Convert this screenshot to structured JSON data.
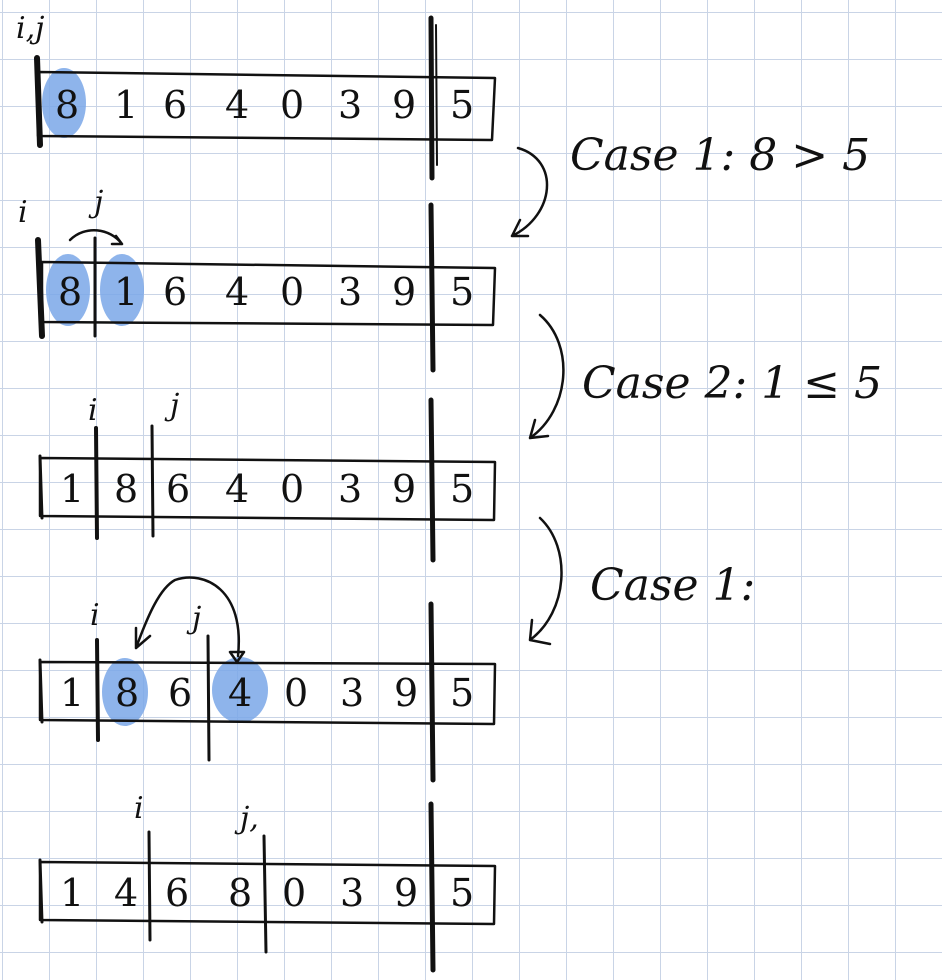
{
  "rows": [
    {
      "cells": [
        "8",
        "1",
        "6",
        "4",
        "0",
        "3",
        "9",
        "5"
      ],
      "pointer_text": "i,j",
      "caption": "Case 1:  8 > 5"
    },
    {
      "cells": [
        "8",
        "1",
        "6",
        "4",
        "0",
        "3",
        "9",
        "5"
      ],
      "pointer_i": "i",
      "pointer_j": "j",
      "caption": "Case 2:  1 ≤ 5"
    },
    {
      "cells": [
        "1",
        "8",
        "6",
        "4",
        "0",
        "3",
        "9",
        "5"
      ],
      "pointer_i": "i",
      "pointer_j": "j",
      "caption": "Case 1:"
    },
    {
      "cells": [
        "1",
        "8",
        "6",
        "4",
        "0",
        "3",
        "9",
        "5"
      ],
      "pointer_i": "i",
      "pointer_j": "j"
    },
    {
      "cells": [
        "1",
        "4",
        "6",
        "8",
        "0",
        "3",
        "9",
        "5"
      ],
      "pointer_i": "i",
      "pointer_j": "j,"
    }
  ],
  "colors": {
    "ink": "#111111",
    "highlight": "#7aa7e8",
    "grid": "#c9d4e6"
  }
}
